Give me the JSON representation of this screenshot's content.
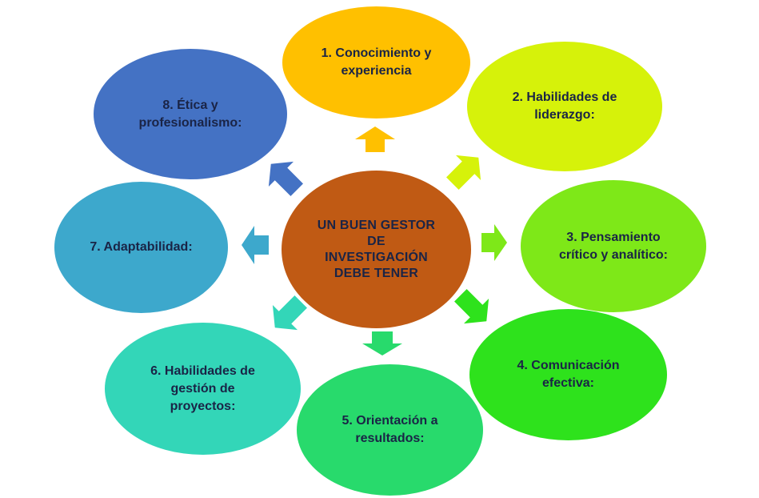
{
  "center": {
    "label": "UN BUEN GESTOR\nDE\nINVESTIGACIÓN\nDEBE TENER",
    "color": "#c05a14"
  },
  "nodes": [
    {
      "label": "1. Conocimiento y\nexperiencia",
      "color": "#ffc000"
    },
    {
      "label": "2. Habilidades de\nliderazgo:",
      "color": "#d6f20a"
    },
    {
      "label": "3. Pensamiento\ncrítico y analítico:",
      "color": "#7ee818"
    },
    {
      "label": "4. Comunicación\nefectiva:",
      "color": "#2ee21c"
    },
    {
      "label": "5. Orientación a\nresultados:",
      "color": "#28da6c"
    },
    {
      "label": "6. Habilidades de\ngestión de\nproyectos:",
      "color": "#33d6b8"
    },
    {
      "label": "7. Adaptabilidad:",
      "color": "#3da8cc"
    },
    {
      "label": "8. Ética y\nprofesionalismo:",
      "color": "#4472c4"
    }
  ]
}
